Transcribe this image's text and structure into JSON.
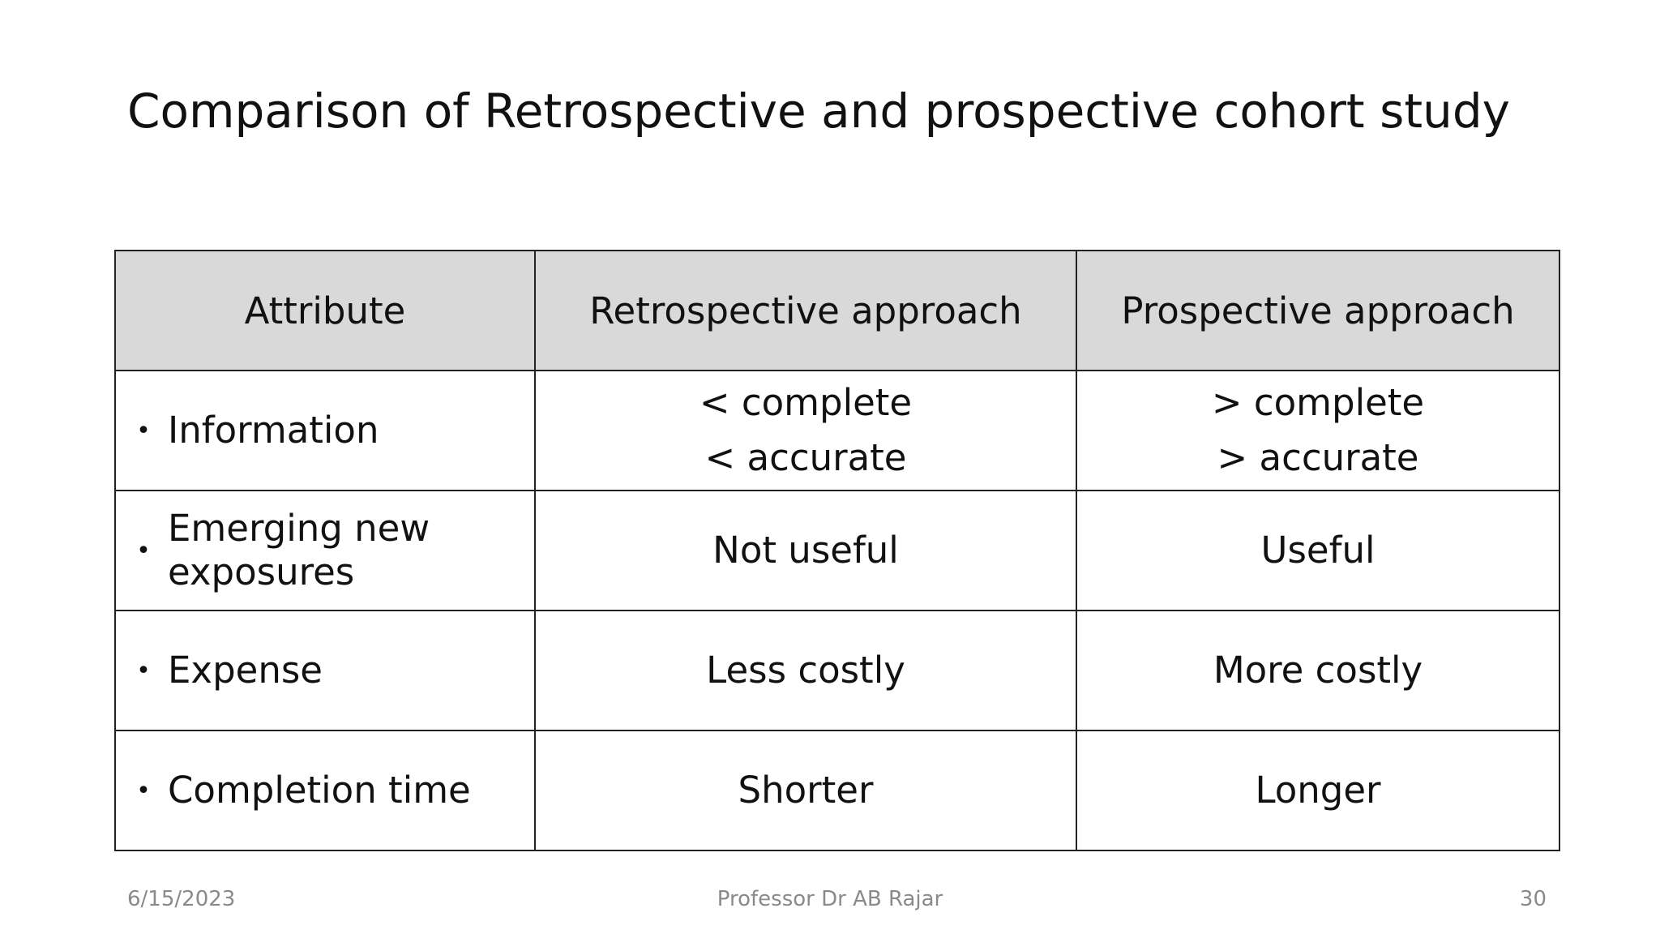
{
  "slide": {
    "title": "Comparison of Retrospective and prospective cohort study",
    "table": {
      "headers": [
        "Attribute",
        "Retrospective approach",
        "Prospective approach"
      ],
      "rows": [
        {
          "attribute": "Information",
          "retrospective": [
            "< complete",
            "< accurate"
          ],
          "prospective": [
            "> complete",
            "> accurate"
          ]
        },
        {
          "attribute": "Emerging new exposures",
          "retrospective": [
            "Not useful"
          ],
          "prospective": [
            "Useful"
          ]
        },
        {
          "attribute": "Expense",
          "retrospective": [
            "Less costly"
          ],
          "prospective": [
            "More costly"
          ]
        },
        {
          "attribute": "Completion time",
          "retrospective": [
            "Shorter"
          ],
          "prospective": [
            "Longer"
          ]
        }
      ]
    },
    "footer": {
      "date": "6/15/2023",
      "author": "Professor Dr AB Rajar",
      "page": "30"
    },
    "colors": {
      "header_bg": "#d9d9d9",
      "footer_text": "#8a8a8a",
      "border": "#222222"
    },
    "icons": {
      "bullet": "bullet-icon"
    }
  }
}
